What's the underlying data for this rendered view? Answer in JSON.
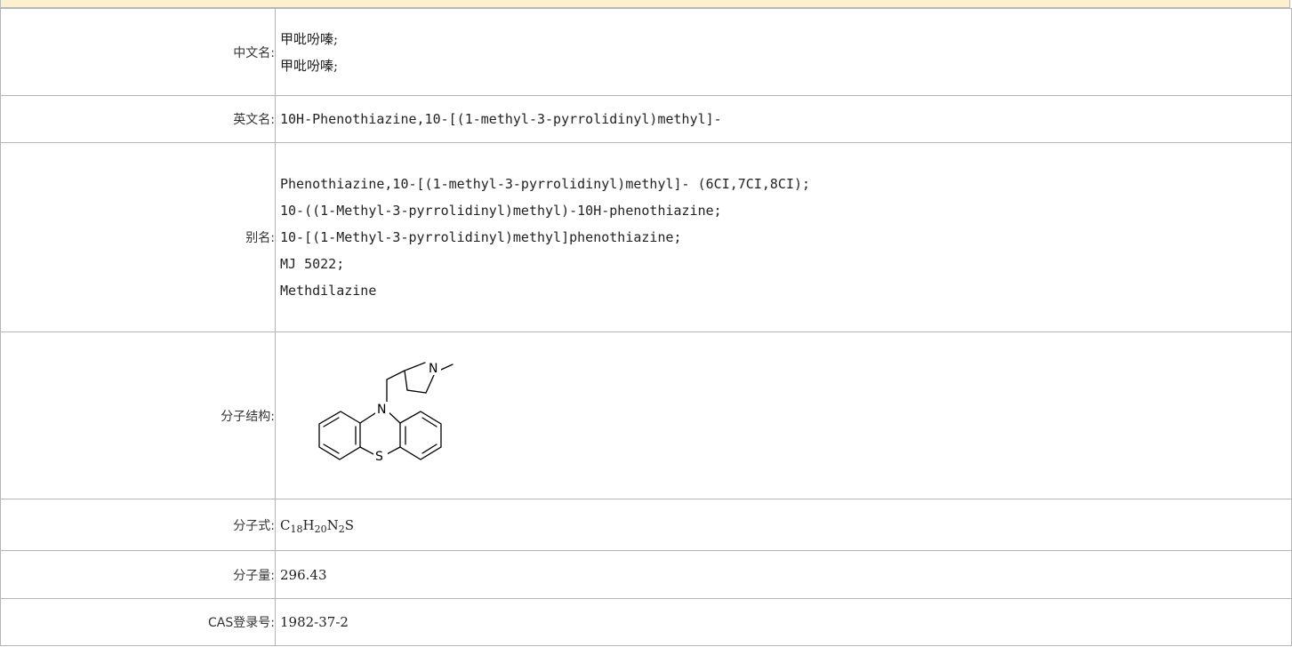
{
  "labels": {
    "cn_name": "中文名:",
    "en_name": "英文名:",
    "alias": "别名:",
    "structure": "分子结构:",
    "formula": "分子式:",
    "weight": "分子量:",
    "cas": "CAS登录号:"
  },
  "cn_names": [
    "甲吡吩嗪;",
    "甲吡吩嗪;"
  ],
  "en_name": "10H-Phenothiazine,10-[(1-methyl-3-pyrrolidinyl)methyl]-",
  "aliases": [
    "Phenothiazine,10-[(1-methyl-3-pyrrolidinyl)methyl]- (6CI,7CI,8CI);",
    "10-((1-Methyl-3-pyrrolidinyl)methyl)-10H-phenothiazine;",
    "10-[(1-Methyl-3-pyrrolidinyl)methyl]phenothiazine;",
    "MJ 5022;",
    "Methdilazine"
  ],
  "structure_atoms": {
    "n_pyrrolidine": "N",
    "n_ring": "N",
    "s_ring": "S"
  },
  "formula": {
    "c": "C",
    "c_n": "18",
    "h": "H",
    "h_n": "20",
    "n": "N",
    "n_n": "2",
    "s": "S"
  },
  "weight": "296.43",
  "cas": "1982-37-2",
  "colors": {
    "header_bg": "#fdf0cf",
    "border": "#b5b5b5"
  }
}
